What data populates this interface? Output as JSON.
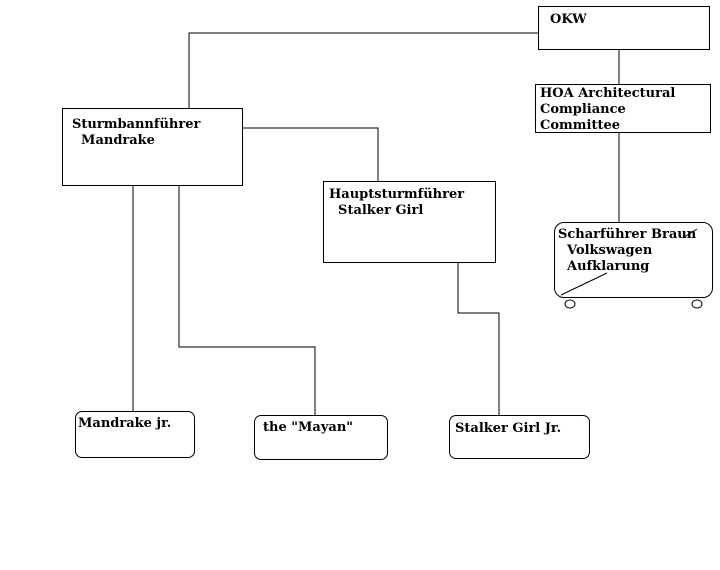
{
  "nodes": {
    "okw": "OKW",
    "hoa": "HOA Architectural\nCompliance\nCommittee",
    "mandrake": "Sturmbannführer\n  Mandrake",
    "stalker_girl": "Hauptsturmführer\n  Stalker Girl",
    "braun": "Scharführer Braun\n  Volkswagen\n  Aufklarung",
    "mandrake_jr": "Mandrake jr.",
    "mayan": "the \"Mayan\"",
    "stalker_girl_jr": "Stalker Girl Jr."
  },
  "colors": {
    "line": "#000000",
    "box_fill": "#ffffff",
    "background": "#ffffff"
  }
}
